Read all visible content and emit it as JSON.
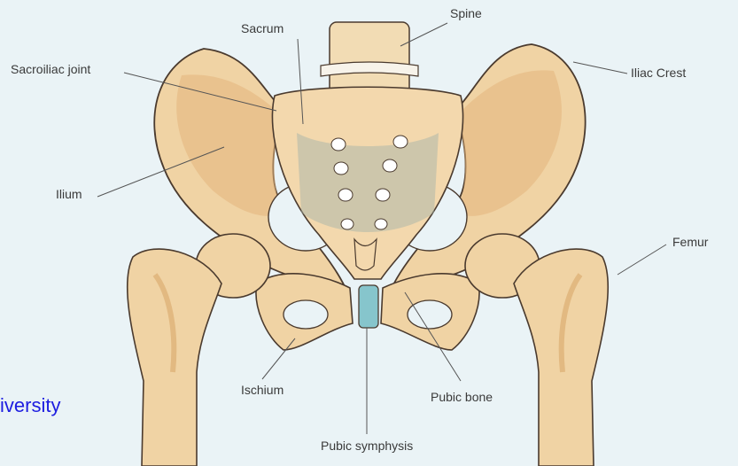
{
  "labels": {
    "spine": "Spine",
    "sacrum": "Sacrum",
    "sacroiliac_joint": "Sacroiliac joint",
    "iliac_crest": "Iliac Crest",
    "ilium": "Ilium",
    "femur": "Femur",
    "ischium": "Ischium",
    "pubic_bone": "Pubic bone",
    "pubic_symphysis": "Pubic symphysis"
  },
  "watermark": "iversity",
  "colors": {
    "background": "#eaf3f6",
    "bone_fill": "#f0d3a4",
    "bone_shade": "#d9a86a",
    "outline": "#4a3a2e",
    "cartilage": "#86c5cc",
    "leader_line": "#555555",
    "watermark": "#1d1de0"
  }
}
